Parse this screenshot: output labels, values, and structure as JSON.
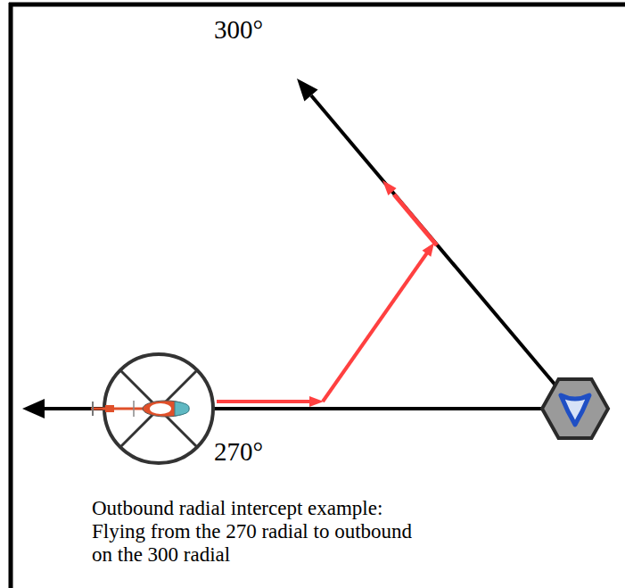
{
  "diagram": {
    "caption": "Outbound radial intercept example: Flying from the 270 radial to outbound on the 300 radial",
    "labels": [
      "300°",
      "270°"
    ]
  }
}
